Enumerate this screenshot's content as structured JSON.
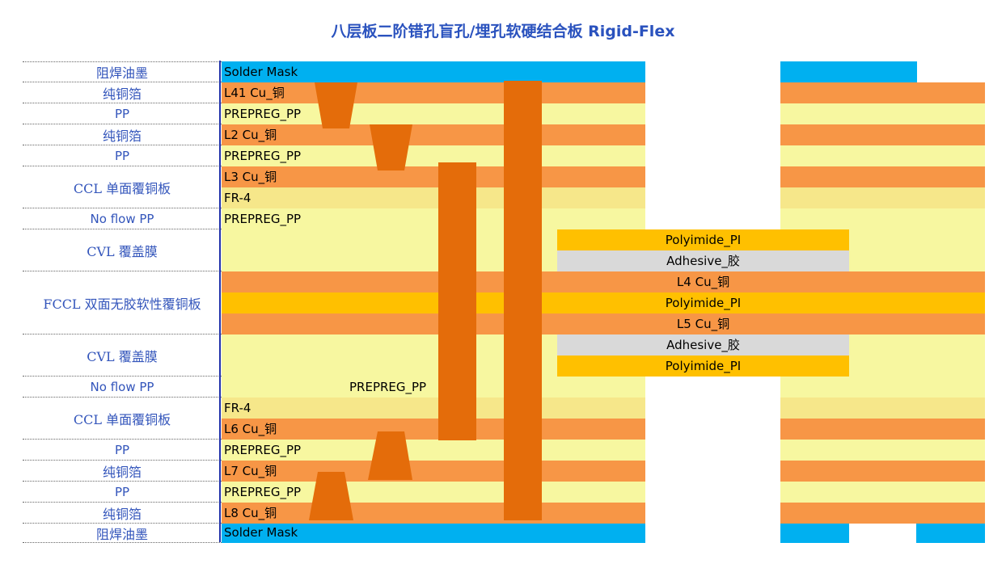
{
  "title": "八层板二阶错孔盲孔/埋孔软硬结合板 Rigid-Flex",
  "colors": {
    "solder_mask": "#00b0f0",
    "copper": "#f79646",
    "prepreg": "#f7f7a0",
    "fr4": "#f6e78a",
    "polyimide": "#ffc000",
    "adhesive": "#d9d9d9",
    "via": "#e46c0a",
    "label_text": "#3355bb",
    "title": "#2a52be"
  },
  "left_labels": {
    "solder_mask_top": "阻焊油墨",
    "copper_foil_1": "纯铜箔",
    "pp_1": "PP",
    "copper_foil_2": "纯铜箔",
    "pp_2": "PP",
    "ccl_1": "CCL 单面覆铜板",
    "noflow_pp_1": "No flow PP",
    "cvl_1": "CVL 覆盖膜",
    "fccl": "FCCL 双面无胶软性覆铜板",
    "cvl_2": "CVL 覆盖膜",
    "noflow_pp_2": "No flow PP",
    "ccl_2": "CCL 单面覆铜板",
    "pp_3": "PP",
    "copper_foil_3": "纯铜箔",
    "pp_4": "PP",
    "copper_foil_4": "纯铜箔",
    "solder_mask_bottom": "阻焊油墨"
  },
  "layer_text": {
    "solder_mask_top": "Solder Mask",
    "l41": "L41 Cu_铜",
    "prepreg_1": "PREPREG_PP",
    "l2": "L2 Cu_铜",
    "prepreg_2": "PREPREG_PP",
    "l3": "L3 Cu_铜",
    "fr4_1": "FR-4",
    "prepreg_noflow_1": "PREPREG_PP",
    "polyimide_1": "Polyimide_PI",
    "adhesive_1": "Adhesive_胶",
    "l4": "L4 Cu_铜",
    "polyimide_core": "Polyimide_PI",
    "l5": "L5 Cu_铜",
    "adhesive_2": "Adhesive_胶",
    "polyimide_2": "Polyimide_PI",
    "prepreg_noflow_2": "PREPREG_PP",
    "fr4_2": "FR-4",
    "l6": "L6 Cu_铜",
    "prepreg_3": "PREPREG_PP",
    "l7": "L7 Cu_铜",
    "prepreg_4": "PREPREG_PP",
    "l8": "L8 Cu_铜",
    "solder_mask_bottom": "Solder Mask"
  }
}
